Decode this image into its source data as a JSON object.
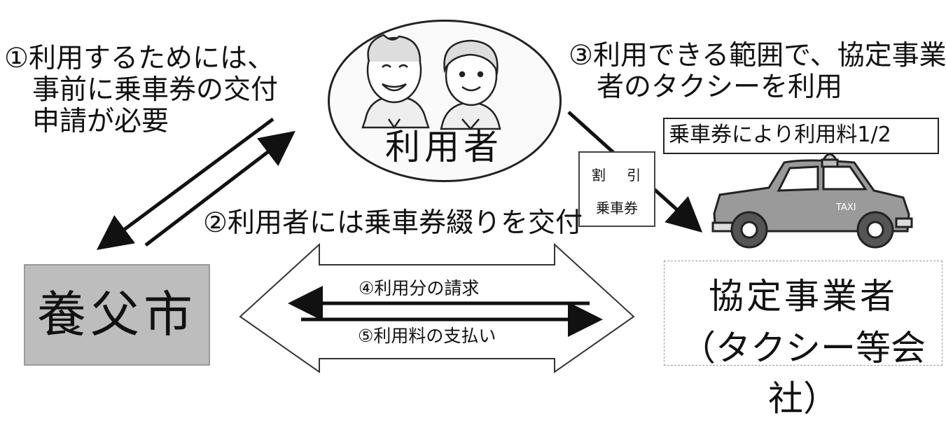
{
  "steps": {
    "step1": [
      "①利用するためには、",
      "事前に乗車券の交付",
      "申請が必要"
    ],
    "step2": "②利用者には乗車券綴りを交付",
    "step3": [
      "③利用できる範囲で、協定事業",
      "者のタクシーを利用"
    ],
    "step4": "④利用分の請求",
    "step5": "⑤利用料の支払い"
  },
  "nodes": {
    "user": "利用者",
    "city": "養父市",
    "partner": [
      "協定事業者",
      "（タクシー等会社）"
    ]
  },
  "ticket": [
    "割 引",
    "乗車券"
  ],
  "fare_note": "乗車券により利用料1/2",
  "taxi_sign": "TAXI"
}
